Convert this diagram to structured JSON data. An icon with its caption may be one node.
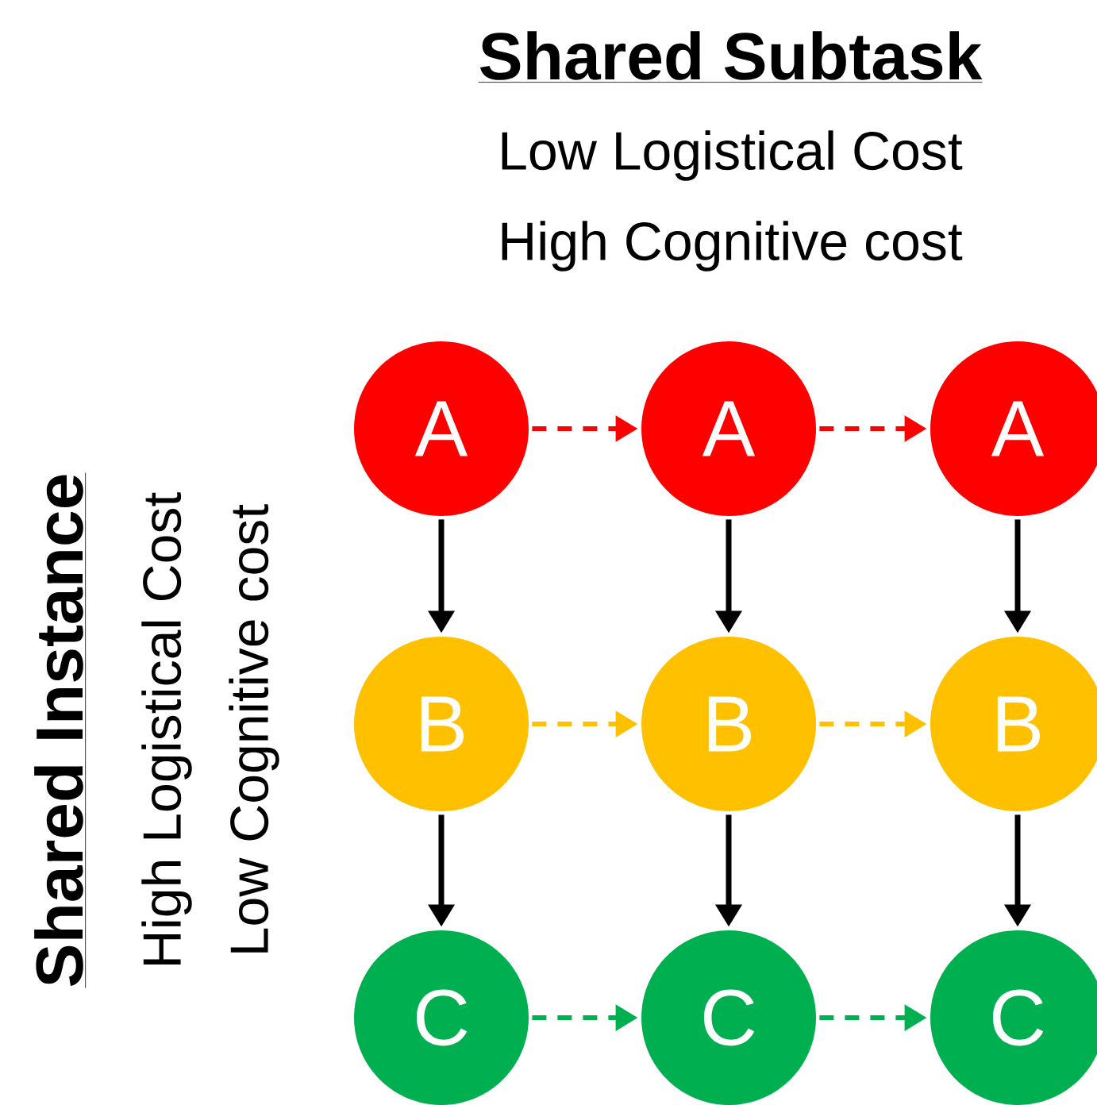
{
  "diagram": {
    "title": "Shared Subtask",
    "nodes": [
      {
        "text": [
          "A"
        ]
      },
      {
        "text": [
          "A"
        ]
      },
      {
        "text": [
          "A"
        ]
      },
      {
        "text": [
          "B"
        ]
      },
      {
        "text": [
          "B"
        ]
      },
      {
        "text": [
          "B"
        ]
      },
      {
        "text": [
          "C"
        ]
      },
      {
        "text": [
          "C"
        ]
      },
      {
        "text": [
          "C"
        ]
      }
    ],
    "edges": [
      {
        "from": 0,
        "to": 1,
        "arrow": "to",
        "style": "dashed",
        "color": "#ff0000"
      },
      {
        "from": 1,
        "to": 2,
        "arrow": "to",
        "style": "dashed",
        "color": "#ff0000"
      },
      {
        "from": 3,
        "to": 4,
        "arrow": "to",
        "style": "dashed",
        "color": "#ffc000"
      },
      {
        "from": 4,
        "to": 5,
        "arrow": "to",
        "style": "dashed",
        "color": "#ffc000"
      },
      {
        "from": 6,
        "to": 7,
        "arrow": "to",
        "style": "dashed",
        "color": "#00b050"
      },
      {
        "from": 7,
        "to": 8,
        "arrow": "to",
        "style": "dashed",
        "color": "#00b050"
      },
      {
        "from": 0,
        "to": 3,
        "arrow": "to"
      },
      {
        "from": 3,
        "to": 6,
        "arrow": "to"
      },
      {
        "from": 1,
        "to": 4,
        "arrow": "to"
      },
      {
        "from": 4,
        "to": 7,
        "arrow": "to"
      },
      {
        "from": 2,
        "to": 5,
        "arrow": "to"
      },
      {
        "from": 5,
        "to": 8,
        "arrow": "to"
      }
    ],
    "labels": [
      "Low Logistical Cost",
      "High Cognitive cost",
      "Shared Instance",
      "High Logistical Cost",
      "Low Cognitive cost"
    ]
  }
}
